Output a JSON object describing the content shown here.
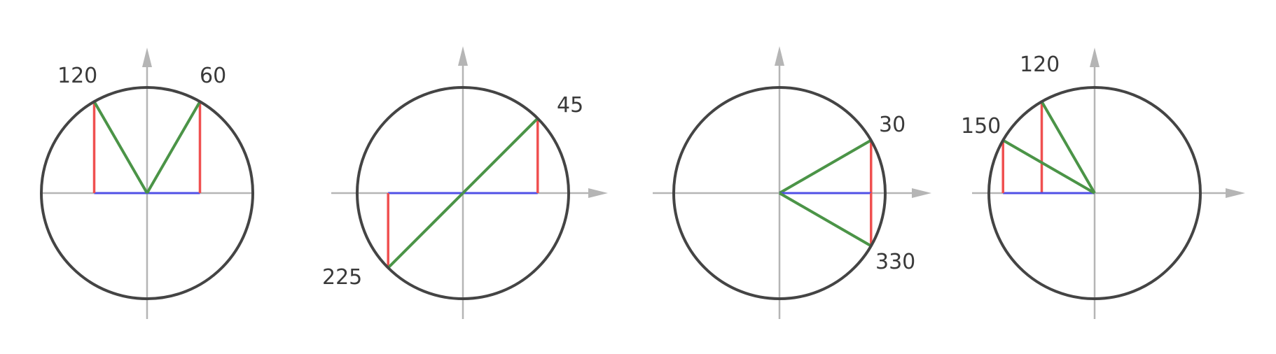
{
  "colors": {
    "circle": "#444444",
    "axis": "#b5b5b5",
    "radius": "#4b9447",
    "vertical_leg": "#f05050",
    "horizontal_leg": "#5050e6"
  },
  "diagrams": [
    {
      "id": "d1",
      "angles": [
        {
          "deg": 120,
          "label": "120"
        },
        {
          "deg": 60,
          "label": "60"
        }
      ],
      "axis_arrows": {
        "x": false,
        "y": true
      }
    },
    {
      "id": "d2",
      "angles": [
        {
          "deg": 45,
          "label": "45"
        },
        {
          "deg": 225,
          "label": "225"
        }
      ],
      "axis_arrows": {
        "x": true,
        "y": true
      }
    },
    {
      "id": "d3",
      "angles": [
        {
          "deg": 30,
          "label": "30"
        },
        {
          "deg": 330,
          "label": "330"
        }
      ],
      "axis_arrows": {
        "x": true,
        "y": true
      }
    },
    {
      "id": "d4",
      "angles": [
        {
          "deg": 120,
          "label": "120"
        },
        {
          "deg": 150,
          "label": "150"
        }
      ],
      "axis_arrows": {
        "x": true,
        "y": true
      }
    }
  ]
}
